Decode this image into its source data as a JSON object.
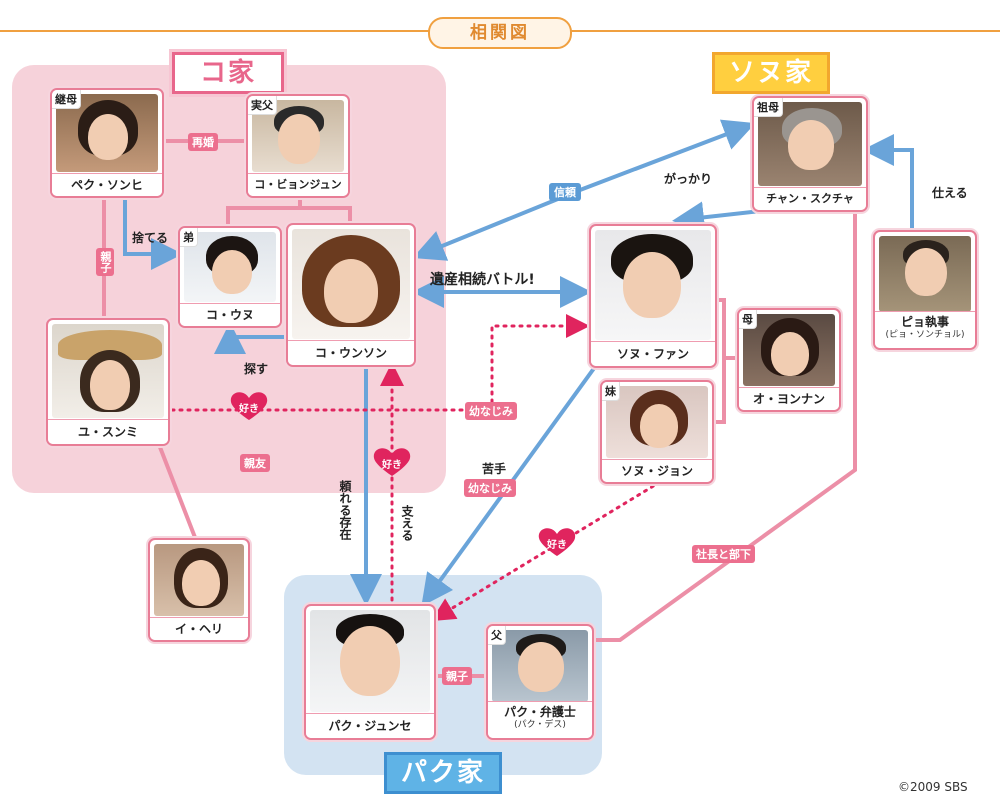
{
  "title": "相関図",
  "copyright": "©2009 SBS",
  "families": {
    "ko": "コ家",
    "sonu": "ソヌ家",
    "park": "パク家"
  },
  "people": {
    "pak_sonhi": {
      "role": "継母",
      "name": "ペク・ソンヒ"
    },
    "ko_byonjun": {
      "role": "実父",
      "name": "コ・ビョンジュン"
    },
    "ko_une": {
      "role": "弟",
      "name": "コ・ウヌ"
    },
    "ko_unson": {
      "name": "コ・ウンソン"
    },
    "yu_sunmi": {
      "name": "ユ・スンミ"
    },
    "i_heri": {
      "name": "イ・ヘリ"
    },
    "chan_sukucha": {
      "role": "祖母",
      "name": "チャン・スクチャ"
    },
    "pyo": {
      "name": "ピョ執事",
      "sub": "(ピョ・ソンチョル)"
    },
    "sonu_fan": {
      "name": "ソヌ・ファン"
    },
    "o_yonnan": {
      "role": "母",
      "name": "オ・ヨンナン"
    },
    "sonu_jon": {
      "role": "妹",
      "name": "ソヌ・ジョン"
    },
    "park_junse": {
      "name": "パク・ジュンセ"
    },
    "park_lawyer": {
      "role": "父",
      "name": "パク・弁護士",
      "sub": "(パク・デス)"
    }
  },
  "relations": {
    "saikon": "再婚",
    "oyako_ko": "親子",
    "suteru": "捨てる",
    "sagasu": "探す",
    "shinyu": "親友",
    "shinrai": "信頼",
    "gakkari": "がっかり",
    "tsukaeru": "仕える",
    "battle": "遺産相続バトル!",
    "osananajimi1": "幼なじみ",
    "nigate": "苦手",
    "osananajimi2": "幼なじみ",
    "tayoreru": "頼れる存在",
    "sasaeru": "支える",
    "shacho": "社長と部下",
    "oyako_park": "親子",
    "suki1": "好き",
    "suki2": "好き",
    "suki3": "好き"
  },
  "colors": {
    "pink_line": "#ec8fa7",
    "blue_line": "#6aa4d9",
    "dotted": "#e0245e",
    "ko_bg": "#f6d2da",
    "park_bg": "#d3e3f2",
    "title_line": "#f0a040"
  }
}
